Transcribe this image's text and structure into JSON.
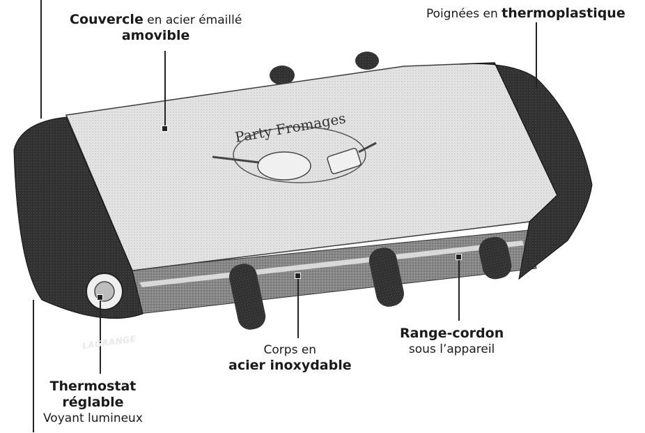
{
  "labels": {
    "couvercle": {
      "part1": "Couvercle",
      "part2": " en acier émaillé",
      "part3": "amovible"
    },
    "poignees": {
      "part1": "Poignées en ",
      "part2": "thermoplastique"
    },
    "corps": {
      "line1": "Corps en",
      "part1": "acier ",
      "part2": "inoxydable"
    },
    "range": {
      "line1": "Range-cordon",
      "line2": "sous l’appareil"
    },
    "thermostat": {
      "line1": "Thermostat",
      "line2": "réglable",
      "line3": "Voyant lumineux"
    }
  },
  "brand": "LAGRANGE",
  "lid_logo": "Party Fromages",
  "colors": {
    "dark_plastic": "#2b2b2b",
    "lid": "#e9e9e9",
    "leader": "#222222"
  }
}
